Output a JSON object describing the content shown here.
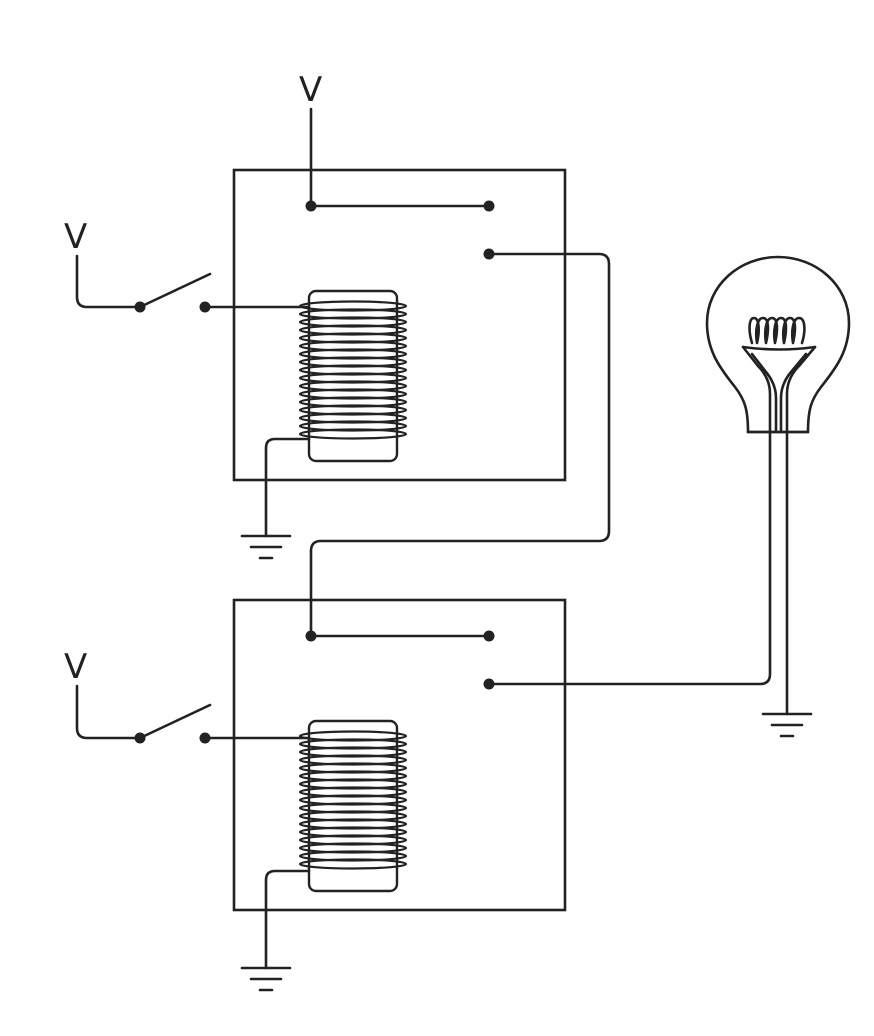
{
  "labels": {
    "top_relay_supply": "V",
    "top_switch_supply": "V",
    "bottom_switch_supply": "V"
  },
  "components": [
    {
      "name": "top-relay",
      "type": "relay"
    },
    {
      "name": "bottom-relay",
      "type": "relay"
    },
    {
      "name": "top-switch",
      "type": "switch",
      "state": "open"
    },
    {
      "name": "bottom-switch",
      "type": "switch",
      "state": "open"
    },
    {
      "name": "light-bulb",
      "type": "incandescent-bulb"
    },
    {
      "name": "ground-top-coil",
      "type": "ground"
    },
    {
      "name": "ground-bottom-coil",
      "type": "ground"
    },
    {
      "name": "ground-bulb",
      "type": "ground"
    }
  ],
  "colors": {
    "line": "#222222",
    "background": "#ffffff"
  }
}
